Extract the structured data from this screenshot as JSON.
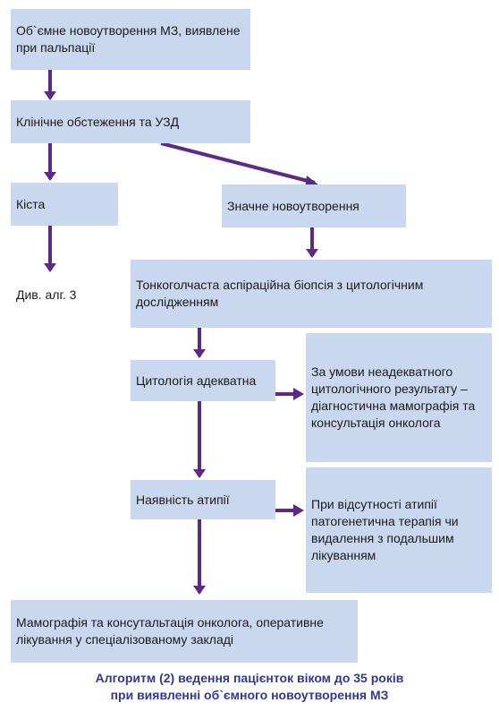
{
  "nodes": {
    "palpation": "Об`ємне новоутворення МЗ, виявлене при пальпації",
    "exam": "Клінічне обстеження та УЗД",
    "cyst": "Кіста",
    "cyst_ref": "Див. алг. 3",
    "mass": "Значне новоутворення",
    "biopsy": "Тонкоголчаста аспіраційна біопсія з цитологічним дослідженням",
    "cytology_adequate": "Цитологія адекватна",
    "inadequate_note": "За умови неадекватного цитологічного результату – діагностична мамографія та консультація онколога",
    "atypia": "Наявність атипії",
    "no_atypia_note": "При відсутності атипії патогенетична терапія чи видалення з подальшим лікуванням",
    "final": "Мамографія та консутальтація онколога, оперативне лікування у спеціалізованому закладі"
  },
  "caption": {
    "line1": "Алгоритм (2) ведення пацієнток віком до 35 років",
    "line2": "при виявленні об`ємного новоутворення МЗ"
  },
  "colors": {
    "box_fill": "#c9d8ee",
    "arrow": "#5b2a86",
    "caption": "#2f3a8f"
  }
}
